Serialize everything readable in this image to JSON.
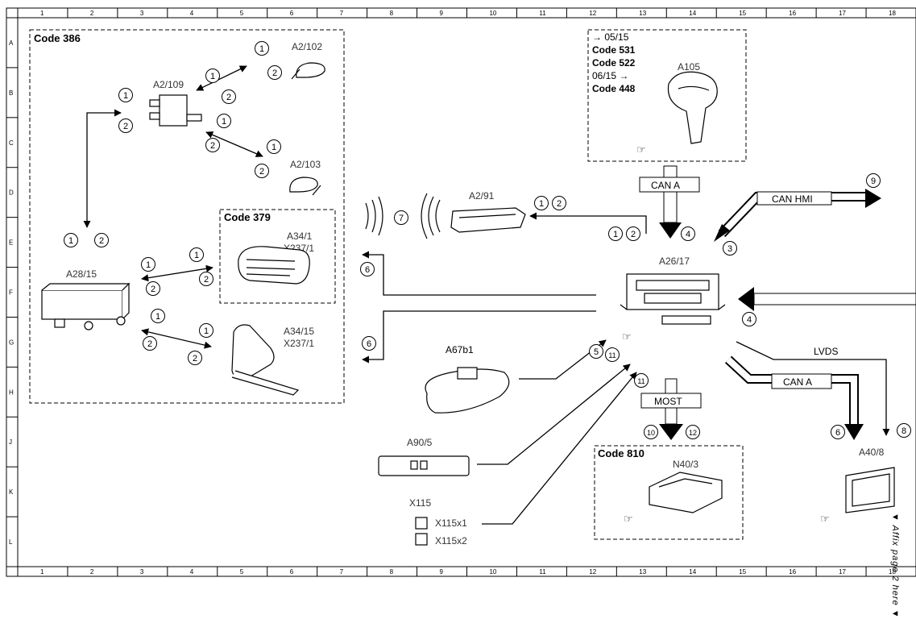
{
  "grid": {
    "columns": [
      "1",
      "2",
      "3",
      "4",
      "5",
      "6",
      "7",
      "8",
      "9",
      "10",
      "11",
      "12",
      "13",
      "14",
      "15",
      "16",
      "17",
      "18"
    ],
    "rows": [
      "A",
      "B",
      "C",
      "D",
      "E",
      "F",
      "G",
      "H",
      "J",
      "K",
      "L"
    ]
  },
  "groups": {
    "code386": "Code 386",
    "code379": "Code 379",
    "code810": "Code 810",
    "a105_box": [
      "→ 05/15",
      "Code 531",
      "Code 522",
      "06/15 →",
      "Code 448"
    ]
  },
  "components": {
    "a2_102": "A2/102",
    "a2_109": "A2/109",
    "a2_103": "A2/103",
    "a28_15": "A28/15",
    "a34_1": "A34/1",
    "x237_1a": "X237/1",
    "a34_15": "A34/15",
    "x237_1b": "X237/1",
    "a2_91": "A2/91",
    "a105": "A105",
    "a26_17": "A26/17",
    "a67b1": "A67b1",
    "a90_5": "A90/5",
    "x115": "X115",
    "x115x1": "X115x1",
    "x115x2": "X115x2",
    "n40_3": "N40/3",
    "a40_8": "A40/8"
  },
  "bus_labels": {
    "can_a_top": "CAN A",
    "can_hmi": "CAN HMI",
    "lvds": "LVDS",
    "can_a_right": "CAN A",
    "most": "MOST"
  },
  "affix_note": "▼ Affix page 2 here ▼",
  "hand_symbol": "☞"
}
